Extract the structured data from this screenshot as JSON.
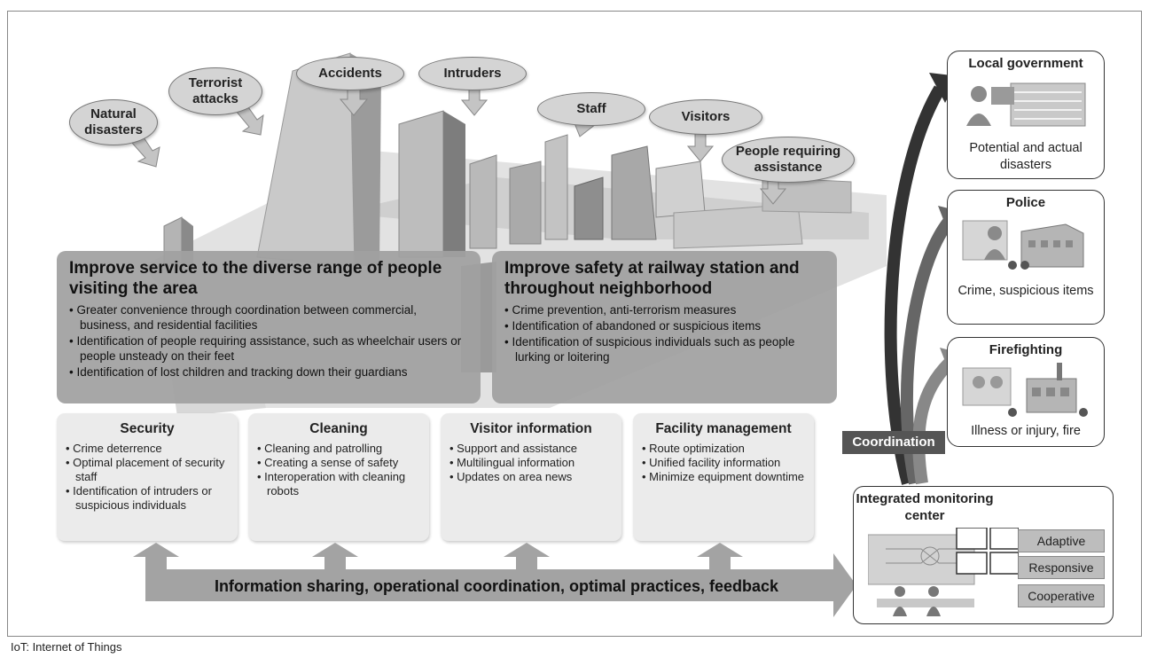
{
  "footnote": "IoT: Internet of Things",
  "threats": {
    "natural_disasters": "Natural disasters",
    "terrorist_attacks": "Terrorist attacks",
    "accidents": "Accidents",
    "intruders": "Intruders",
    "staff": "Staff",
    "visitors": "Visitors",
    "people_requiring_assistance": "People requiring assistance"
  },
  "service_panel": {
    "title": "Improve service to the diverse range of people visiting the area",
    "items": [
      "Greater convenience through coordination between commercial, business, and residential facilities",
      "Identification of people requiring assistance, such as wheelchair users or people unsteady on their feet",
      "Identification of lost children and tracking down their guardians"
    ]
  },
  "safety_panel": {
    "title": "Improve safety at railway station and throughout neighborhood",
    "items": [
      "Crime prevention, anti-terrorism measures",
      "Identification of abandoned or suspicious items",
      "Identification of suspicious individuals such as people lurking or loitering"
    ]
  },
  "services": [
    {
      "title": "Security",
      "items": [
        "Crime deterrence",
        "Optimal placement of security staff",
        "Identification of intruders or suspicious individuals"
      ]
    },
    {
      "title": "Cleaning",
      "items": [
        "Cleaning and patrolling",
        "Creating a sense of safety",
        "Interoperation with cleaning robots"
      ]
    },
    {
      "title": "Visitor information",
      "items": [
        "Support and assistance",
        "Multilingual information",
        "Updates on area news"
      ]
    },
    {
      "title": "Facility management",
      "items": [
        "Route optimization",
        "Unified facility information",
        "Minimize equipment downtime"
      ]
    }
  ],
  "sharing_arrow": "Information sharing, operational coordination, optimal practices, feedback",
  "coordination": "Coordination",
  "responders": {
    "local_government": {
      "title": "Local government",
      "caption": "Potential and actual disasters"
    },
    "police": {
      "title": "Police",
      "caption": "Crime, suspicious items"
    },
    "firefighting": {
      "title": "Firefighting",
      "caption": "Illness or injury, fire"
    }
  },
  "monitoring_center": {
    "title": "Integrated monitoring center",
    "tags": [
      "Adaptive",
      "Responsive",
      "Cooperative"
    ]
  }
}
